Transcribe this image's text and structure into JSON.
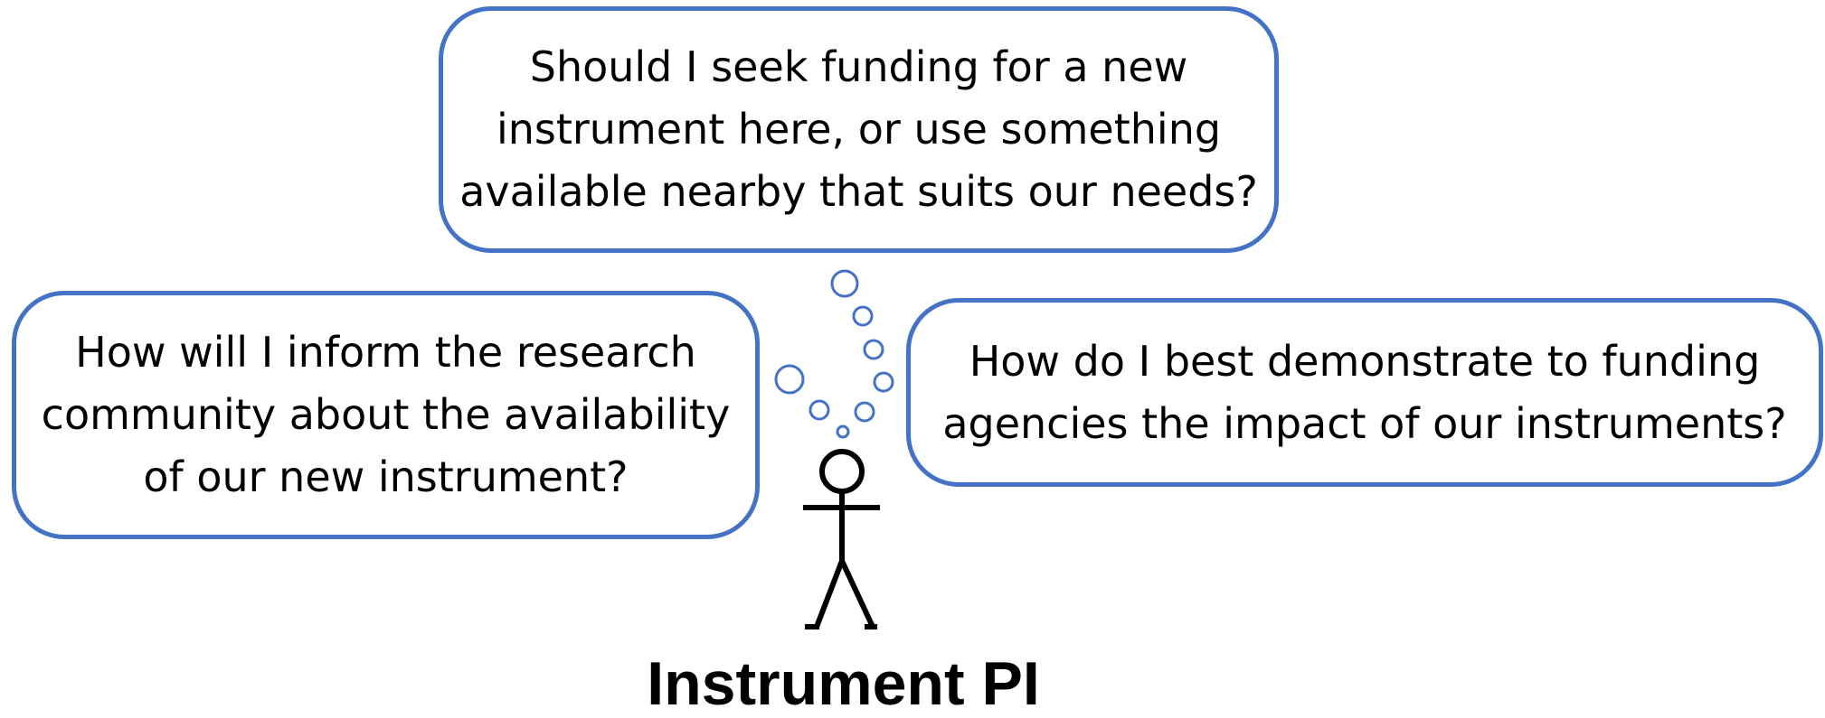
{
  "bubbles": {
    "top": {
      "text": "Should I seek funding for a new\ninstrument here, or use something\navailable nearby that suits our needs?"
    },
    "left": {
      "text": "How will I inform the research\ncommunity about the availability\nof our new instrument?"
    },
    "right": {
      "text": "How do I best demonstrate to funding\nagencies the impact of our instruments?"
    }
  },
  "actor": {
    "label": "Instrument PI"
  },
  "colors": {
    "bubble_outline": "#4472C4",
    "figure_stroke": "#000000",
    "background": "#FFFFFF"
  }
}
